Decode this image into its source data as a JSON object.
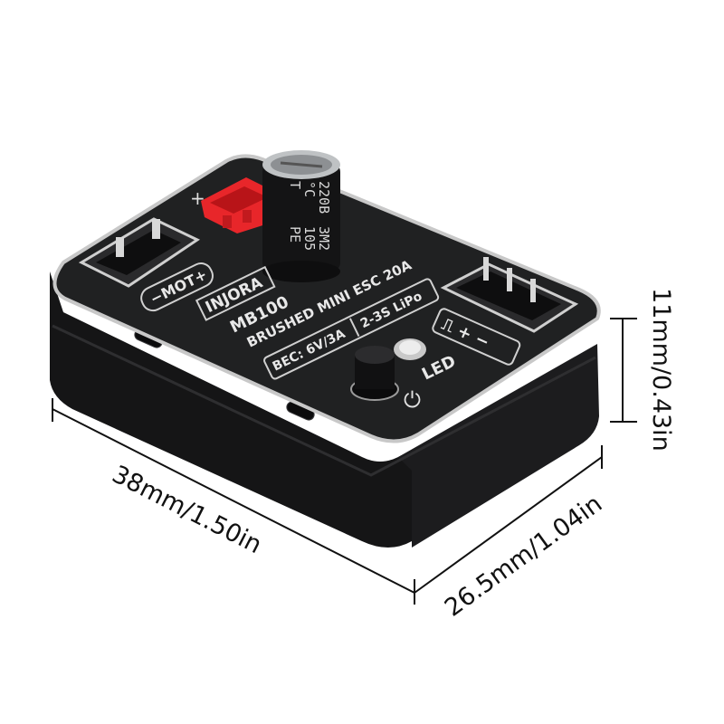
{
  "product": {
    "brand": "INJORA",
    "model": "MB100",
    "name": "BRUSHED MINI ESC 20A",
    "bec": "BEC: 6V/3A",
    "lipo": "2-3S LiPo",
    "motor_label": "−MOT+",
    "led_label": "LED",
    "power_symbol": "⏻",
    "plus_label": "+",
    "signal_symbols": "⎍ + −"
  },
  "capacitor": {
    "line1": "220B",
    "line2": "°C",
    "line3": "T",
    "line4": "3M2",
    "line5": "105",
    "line6": "PE"
  },
  "dimensions": {
    "length": "38mm/1.50in",
    "width": "26.5mm/1.04in",
    "height": "11mm/0.43in"
  },
  "colors": {
    "body": "#1b1b1c",
    "top": "#202122",
    "edge": "#c8c8c8",
    "connector_red": "#e8262a",
    "dimension_line": "#111111"
  }
}
